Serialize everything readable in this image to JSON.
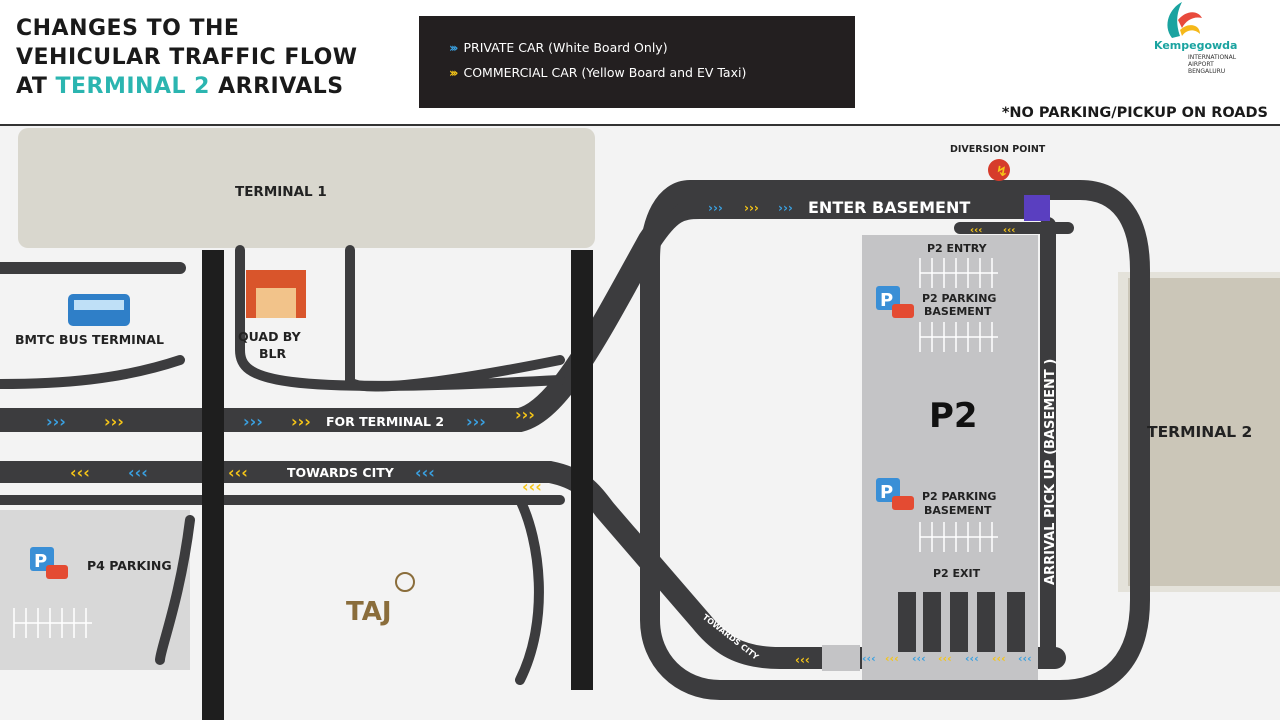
{
  "header": {
    "title_line1": "CHANGES TO THE",
    "title_line2": "VEHICULAR TRAFFIC FLOW",
    "title_line3_prefix": "AT ",
    "title_line3_accent": "TERMINAL 2",
    "title_line3_suffix": " ARRIVALS"
  },
  "legend": {
    "private": "PRIVATE CAR (White Board Only)",
    "commercial": "COMMERCIAL CAR (Yellow Board and EV Taxi)",
    "chevrons": "›››"
  },
  "logo": {
    "name": "Kempegowda",
    "sub1": "INTERNATIONAL",
    "sub2": "AIRPORT",
    "sub3": "BENGALURU"
  },
  "note": "*NO PARKING/PICKUP ON ROADS",
  "map": {
    "terminal1": "TERMINAL 1",
    "terminal2": "TERMINAL 2",
    "bmtc": "BMTC BUS TERMINAL",
    "quad1": "QUAD BY",
    "quad2": "BLR",
    "p4": "P4 PARKING",
    "taj": "TAJ",
    "for_t2": "FOR TERMINAL 2",
    "towards_city": "TOWARDS CITY",
    "towards_city_small": "TOWARDS CITY",
    "enter_basement": "ENTER BASEMENT",
    "diversion": "DIVERSION POINT",
    "p2_entry": "P2 ENTRY",
    "p2_parking1": "P2 PARKING",
    "p2_basement1": "BASEMENT",
    "p2_parking2": "P2 PARKING",
    "p2_basement2": "BASEMENT",
    "p2": "P2",
    "p2_exit": "P2 EXIT",
    "arrival_pickup": "ARRIVAL PICK UP (BASEMENT )",
    "parking_letter": "P",
    "chev_r": "›››",
    "chev_l": "‹‹‹"
  },
  "colors": {
    "road": "#3c3c3e",
    "private": "#3aa0e0",
    "commercial": "#f5c518",
    "accent": "#2bb5b0",
    "terminal": "#d6d3c8",
    "p2": "#c4c4c6"
  }
}
